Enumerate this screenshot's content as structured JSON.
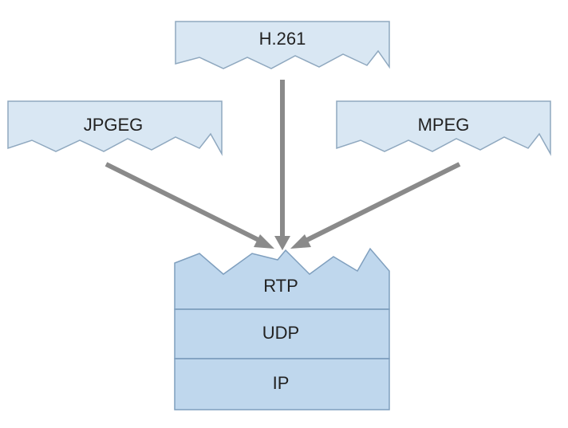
{
  "codecs": {
    "h261": "H.261",
    "jpeg": "JPGEG",
    "mpeg": "MPEG"
  },
  "stack": {
    "rtp": "RTP",
    "udp": "UDP",
    "ip": "IP"
  },
  "colors": {
    "codec_fill": "#d9e7f3",
    "stack_fill": "#bfd7ed",
    "arrow": "#8a8a8a"
  }
}
